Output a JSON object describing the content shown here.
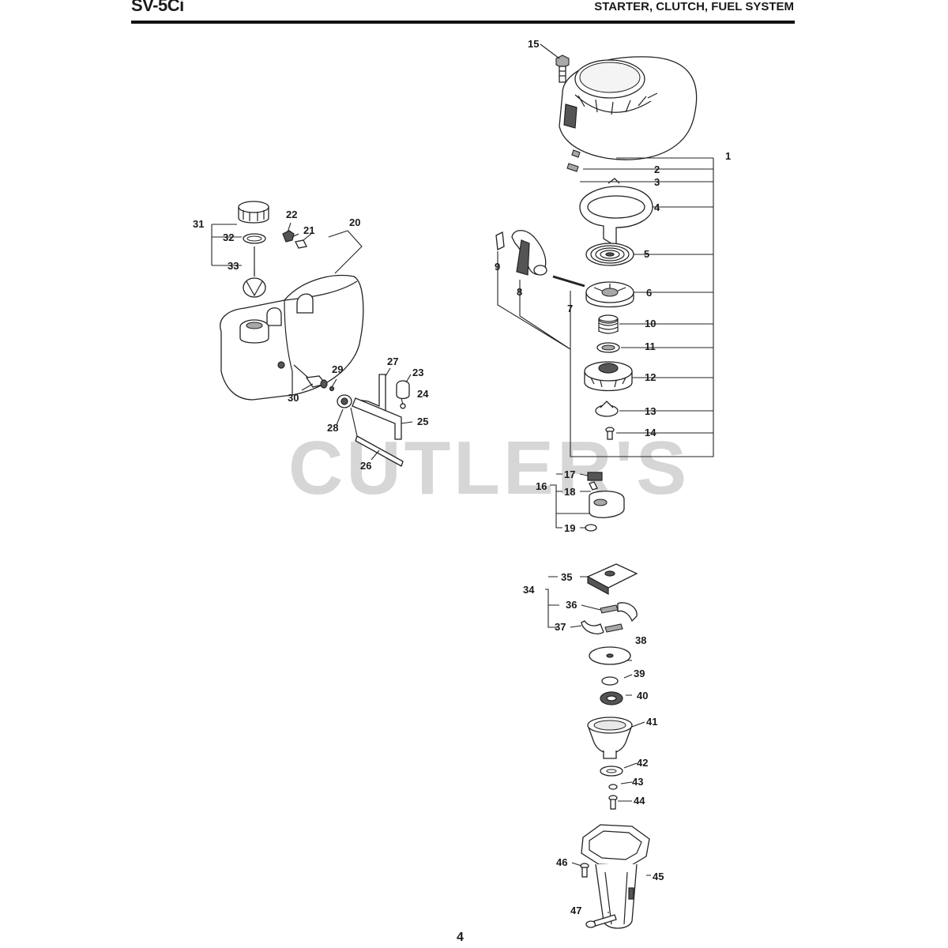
{
  "header": {
    "model": "SV-5Ci",
    "section_title": "STARTER, CLUTCH, FUEL SYSTEM"
  },
  "watermark": "CUTLER'S",
  "page_number": "4",
  "callouts": {
    "c1": "1",
    "c2": "2",
    "c3": "3",
    "c4": "4",
    "c5": "5",
    "c6": "6",
    "c7": "7",
    "c8": "8",
    "c9": "9",
    "c10": "10",
    "c11": "11",
    "c12": "12",
    "c13": "13",
    "c14": "14",
    "c15": "15",
    "c16": "16",
    "c17": "17",
    "c18": "18",
    "c19": "19",
    "c20": "20",
    "c21": "21",
    "c22": "22",
    "c23": "23",
    "c24": "24",
    "c25": "25",
    "c26": "26",
    "c27": "27",
    "c28": "28",
    "c29": "29",
    "c30": "30",
    "c31": "31",
    "c32": "32",
    "c33": "33",
    "c34": "34",
    "c35": "35",
    "c36": "36",
    "c37": "37",
    "c38": "38",
    "c39": "39",
    "c40": "40",
    "c41": "41",
    "c42": "42",
    "c43": "43",
    "c44": "44",
    "c45": "45",
    "c46": "46",
    "c47": "47"
  }
}
